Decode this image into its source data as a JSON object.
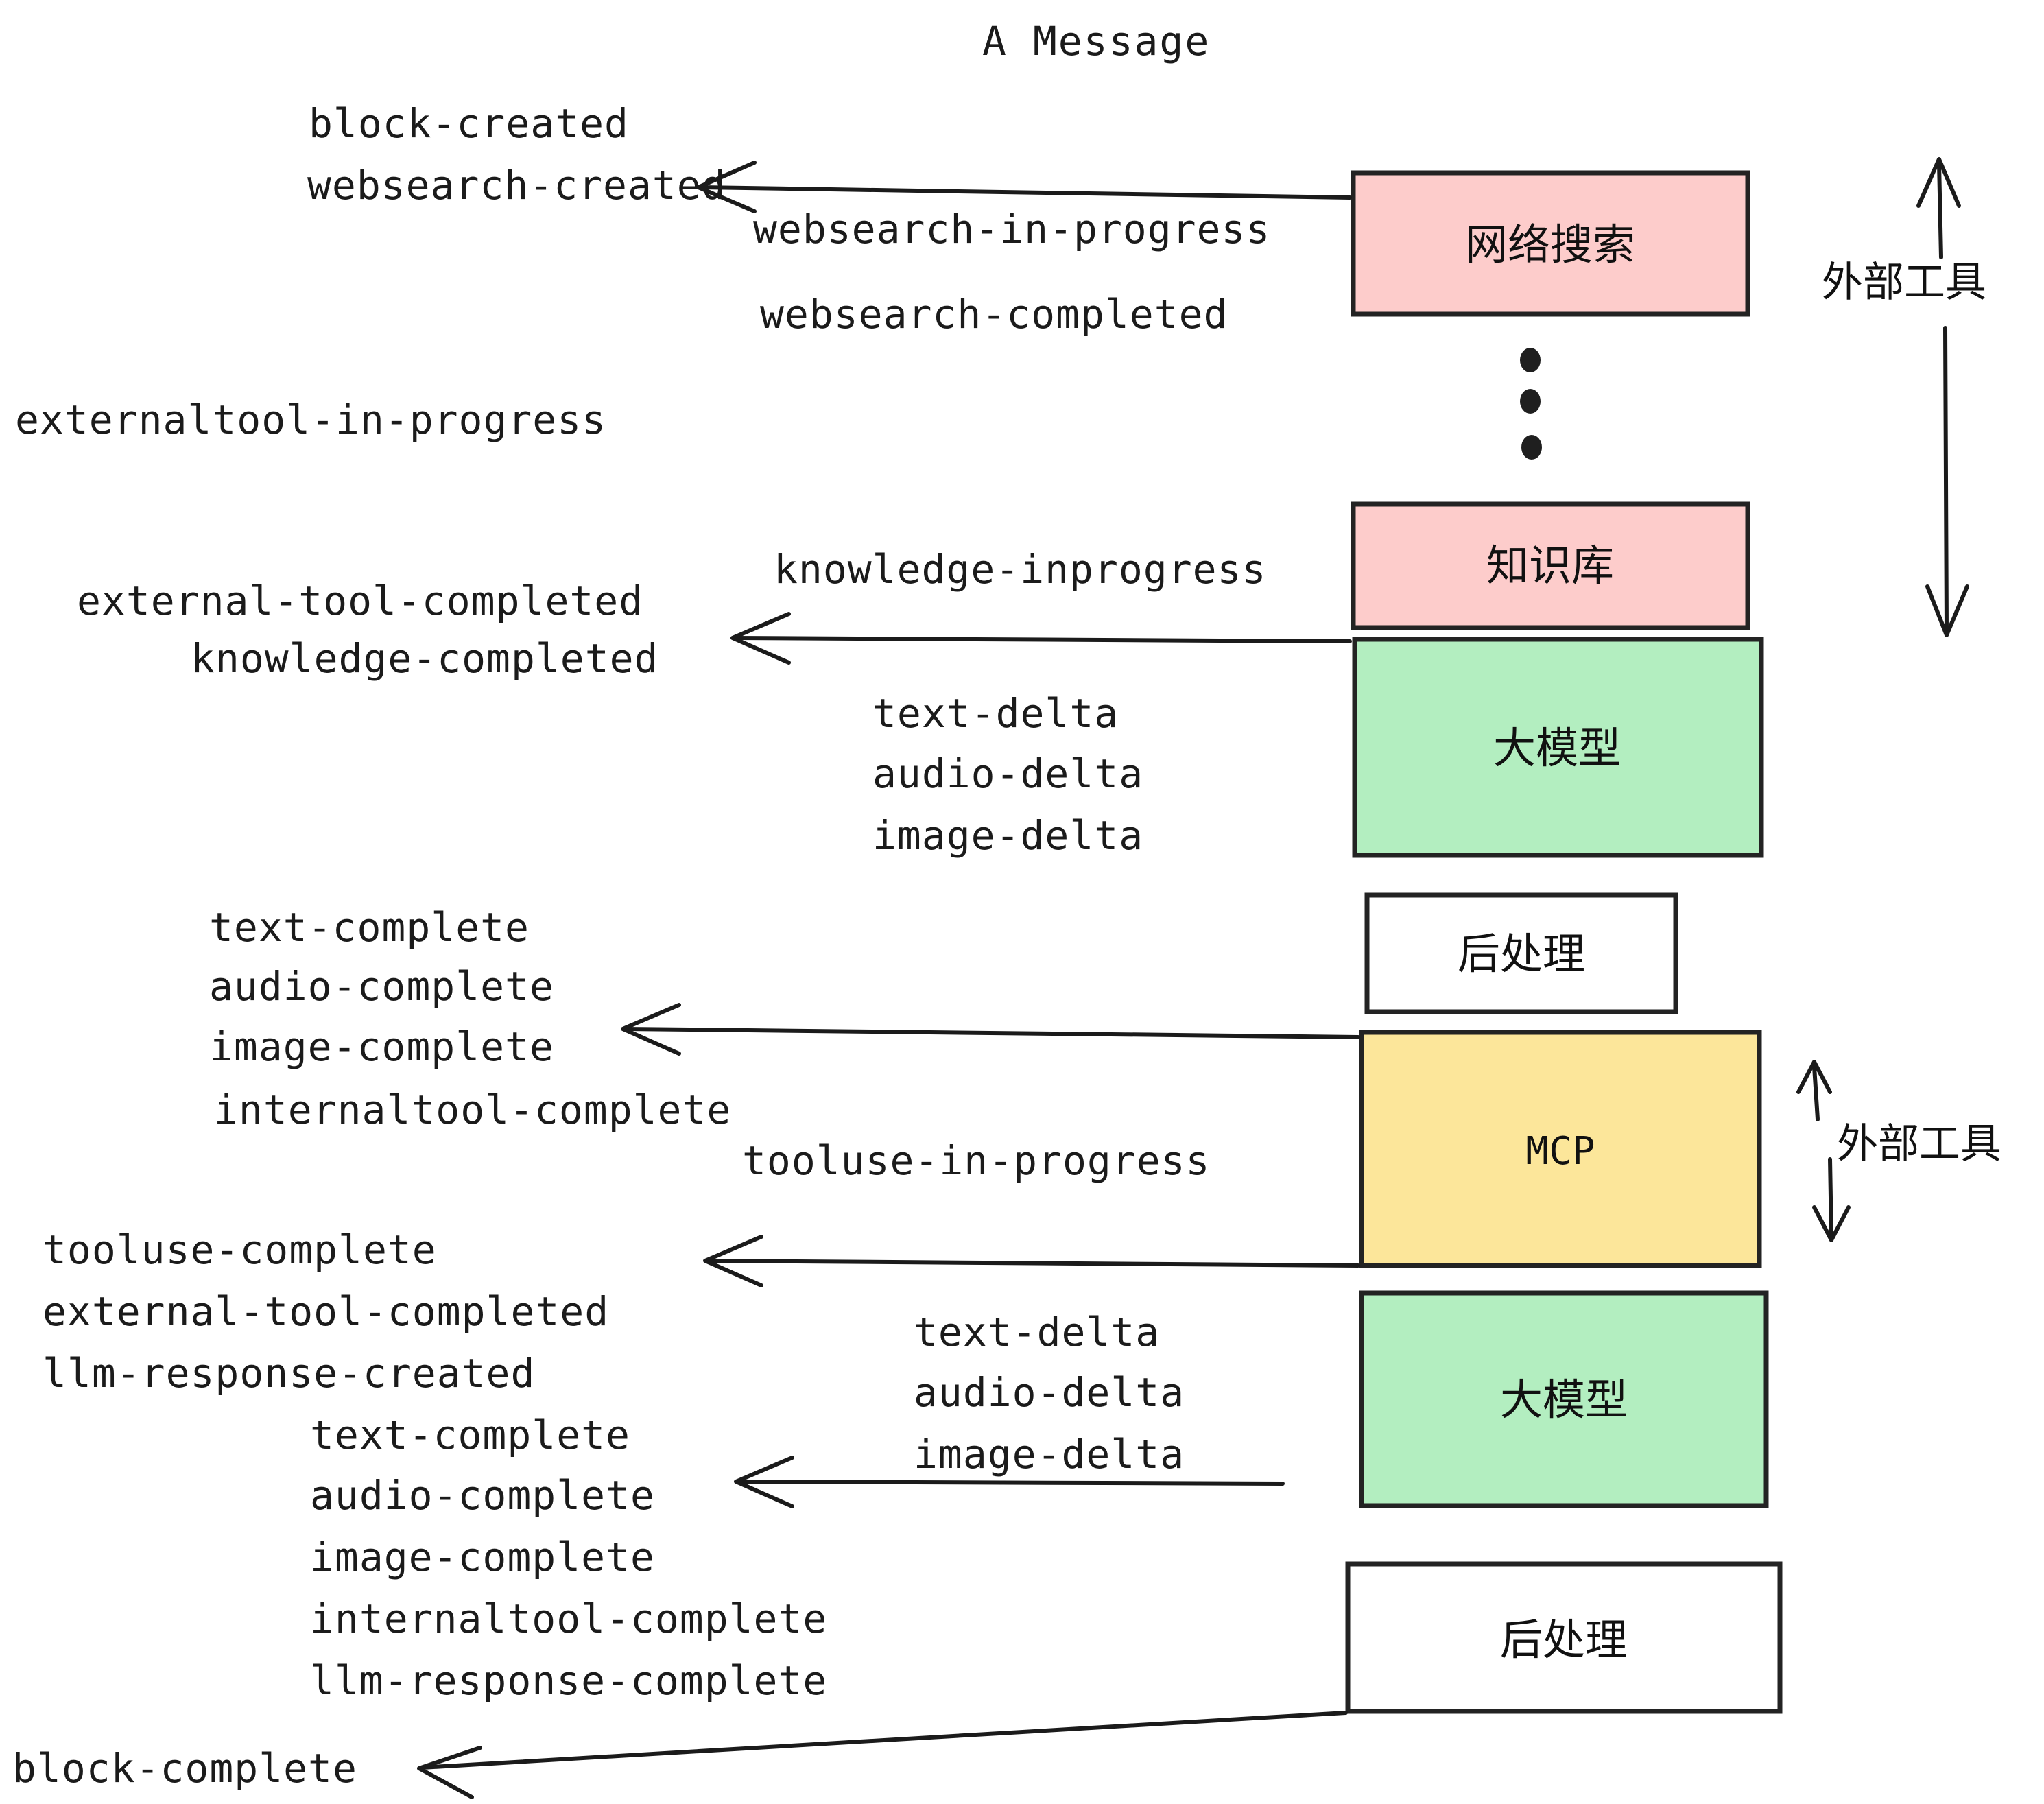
{
  "diagram": {
    "title": "A Message",
    "colors": {
      "pink": "#FDCCCB",
      "green": "#B3EEC0",
      "yellow": "#FCE69A",
      "white": "#FFFFFF",
      "stroke": "#232323",
      "text": "#1b1b1b"
    },
    "nodes": [
      {
        "id": "websearch",
        "label": "网络搜索",
        "fill": "#FDCCCB",
        "lang": "cn"
      },
      {
        "id": "knowledge",
        "label": "知识库",
        "fill": "#FDCCCB",
        "lang": "cn"
      },
      {
        "id": "llm1",
        "label": "大模型",
        "fill": "#B3EEC0",
        "lang": "cn"
      },
      {
        "id": "post1",
        "label": "后处理",
        "fill": "#FFFFFF",
        "lang": "cn"
      },
      {
        "id": "mcp",
        "label": "MCP",
        "fill": "#FCE69A",
        "lang": "en"
      },
      {
        "id": "llm2",
        "label": "大模型",
        "fill": "#B3EEC0",
        "lang": "cn"
      },
      {
        "id": "post2",
        "label": "后处理",
        "fill": "#FFFFFF",
        "lang": "cn"
      }
    ],
    "side_labels": [
      {
        "id": "external-tools-top",
        "text": "外部工具"
      },
      {
        "id": "external-tools-bottom",
        "text": "外部工具"
      }
    ],
    "events": [
      {
        "id": "block-created",
        "text": "block-created"
      },
      {
        "id": "websearch-created",
        "text": "websearch-created"
      },
      {
        "id": "websearch-in-progress",
        "text": "websearch-in-progress"
      },
      {
        "id": "websearch-completed",
        "text": "websearch-completed"
      },
      {
        "id": "externaltool-in-progress",
        "text": "externaltool-in-progress"
      },
      {
        "id": "knowledge-inprogress",
        "text": "knowledge-inprogress"
      },
      {
        "id": "external-tool-completed-1",
        "text": "external-tool-completed"
      },
      {
        "id": "knowledge-completed",
        "text": "knowledge-completed"
      },
      {
        "id": "text-delta-1",
        "text": "text-delta"
      },
      {
        "id": "audio-delta-1",
        "text": "audio-delta"
      },
      {
        "id": "image-delta-1",
        "text": "image-delta"
      },
      {
        "id": "text-complete-1",
        "text": "text-complete"
      },
      {
        "id": "audio-complete-1",
        "text": "audio-complete"
      },
      {
        "id": "image-complete-1",
        "text": "image-complete"
      },
      {
        "id": "internaltool-complete-1",
        "text": "internaltool-complete"
      },
      {
        "id": "tooluse-in-progress",
        "text": "tooluse-in-progress"
      },
      {
        "id": "tooluse-complete",
        "text": "tooluse-complete"
      },
      {
        "id": "external-tool-completed-2",
        "text": "external-tool-completed"
      },
      {
        "id": "llm-response-created",
        "text": "llm-response-created"
      },
      {
        "id": "text-delta-2",
        "text": "text-delta"
      },
      {
        "id": "audio-delta-2",
        "text": "audio-delta"
      },
      {
        "id": "image-delta-2",
        "text": "image-delta"
      },
      {
        "id": "text-complete-2",
        "text": "text-complete"
      },
      {
        "id": "audio-complete-2",
        "text": "audio-complete"
      },
      {
        "id": "image-complete-2",
        "text": "image-complete"
      },
      {
        "id": "internaltool-complete-2",
        "text": "internaltool-complete"
      },
      {
        "id": "llm-response-complete",
        "text": "llm-response-complete"
      },
      {
        "id": "block-complete",
        "text": "block-complete"
      }
    ]
  }
}
